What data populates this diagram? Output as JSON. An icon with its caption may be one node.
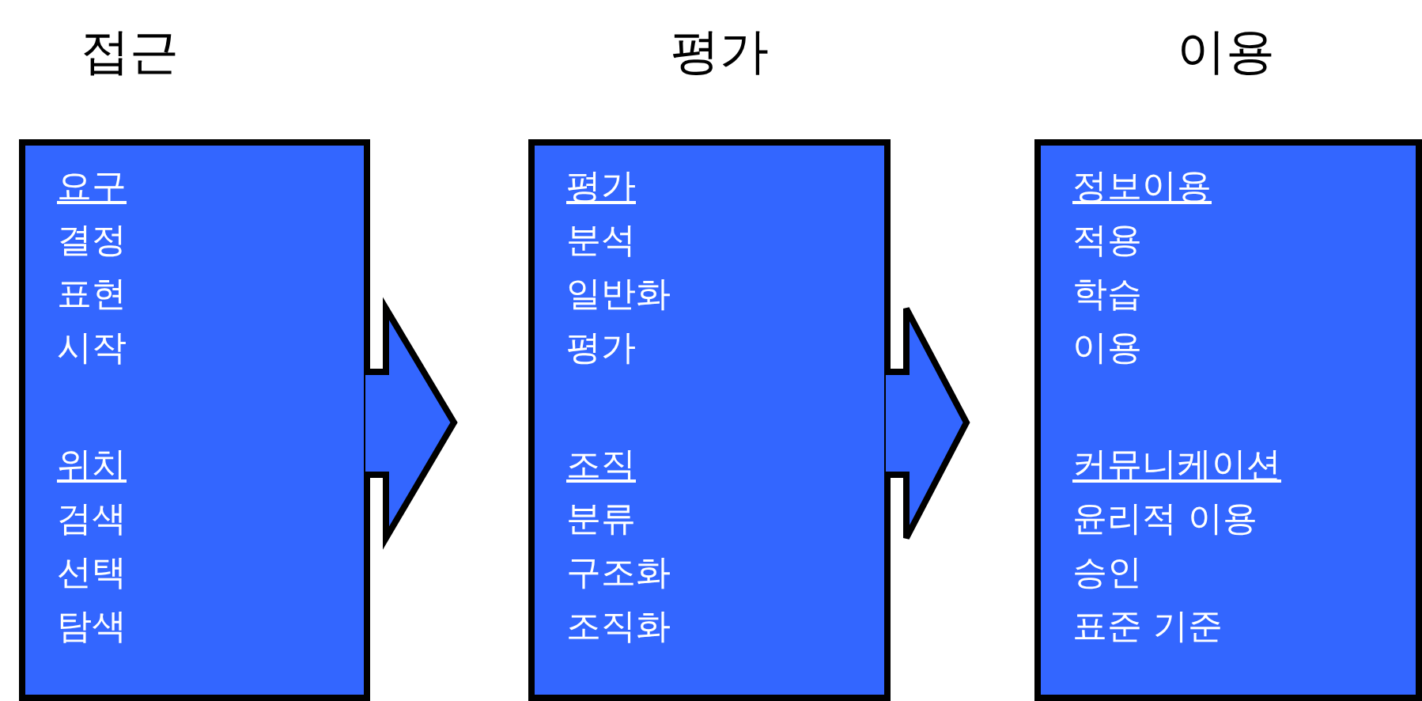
{
  "diagram": {
    "nodes": [
      {
        "text": [
          "접근",
          "요구",
          "결정",
          "표현",
          "시작",
          "위치",
          "검색",
          "선택",
          "탐색"
        ]
      },
      {
        "text": [
          "평가",
          "평가",
          "분석",
          "일반화",
          "평가",
          "조직",
          "분류",
          "구조화",
          "조직화"
        ]
      },
      {
        "text": [
          "이용",
          "정보이용",
          "적용",
          "학습",
          "이용",
          "커뮤니케이션",
          "윤리적 이용",
          "승인",
          "표준 기준"
        ]
      }
    ],
    "edges": [
      {
        "from": 0,
        "to": 1,
        "arrow": "to"
      },
      {
        "from": 1,
        "to": 2,
        "arrow": "to"
      }
    ]
  }
}
